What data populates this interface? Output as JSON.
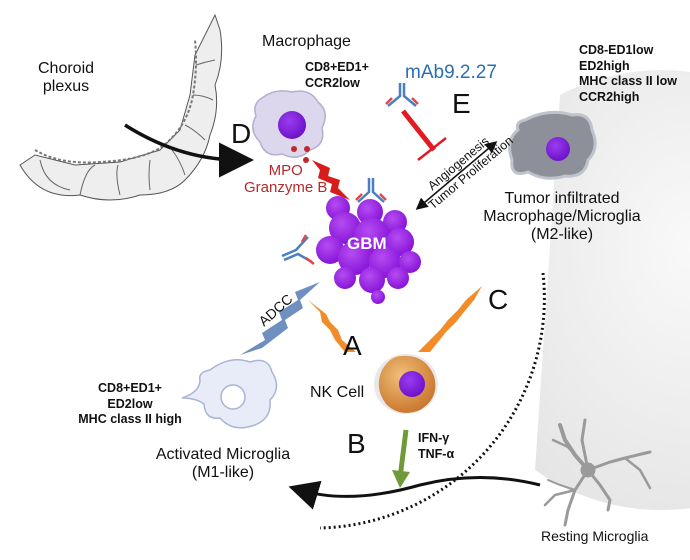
{
  "diagram": {
    "title": "",
    "colors": {
      "background": "#ffffff",
      "brain_region_fill": "#eeeeee",
      "gbm_fill": "#9b1fe0",
      "nucleus": "#7a14d8",
      "mpo_text": "#b8292c",
      "mab_text": "#2a6fb3",
      "inhibition_bar": "#e21b22",
      "adcc_bolt": "#6f8fc0",
      "nk_bolt": "#f28c28",
      "red_bolt": "#d81c1c",
      "cytokine_arrow": "#6f9a3a",
      "nk_cell": "#d98a3a",
      "m2_cell": "#8d9099",
      "m1_cell": "#e7ecf8",
      "resting_microglia": "#9a9a9a"
    },
    "labels": {
      "choroid_plexus": "Choroid\nplexus",
      "macrophage": "Macrophage",
      "macrophage_markers": [
        "CD8+ED1+",
        "CCR2low"
      ],
      "mpo": "MPO",
      "granzyme": "Granzyme B",
      "mab": "mAb9.2.27",
      "angiogenesis": "Angiogenesis",
      "tumor_proliferation": "Tumor Proliferation",
      "m2_markers": [
        "CD8-ED1low",
        "ED2high",
        "MHC class II low",
        "CCR2high"
      ],
      "m2_title": [
        "Tumor infiltrated",
        "Macrophage/Microglia",
        "(M2-like)"
      ],
      "gbm": "GBM",
      "adcc": "ADCC",
      "nk_cell": "NK Cell",
      "cytokines": [
        "IFN-γ",
        "TNF-α"
      ],
      "m1_markers": [
        "CD8+ED1+",
        "ED2low",
        "MHC class II high"
      ],
      "m1_title": [
        "Activated Microglia",
        "(M1-like)"
      ],
      "resting_microglia": "Resting Microglia"
    },
    "pathways": [
      {
        "letter": "A",
        "description": "NK cell direct cytotoxicity to GBM"
      },
      {
        "letter": "B",
        "description": "NK cell cytokines activate microglia"
      },
      {
        "letter": "C",
        "description": "NK cell targets tumor infiltrated macrophage/microglia"
      },
      {
        "letter": "D",
        "description": "Macrophage entry from choroid plexus, MPO / Granzyme B"
      },
      {
        "letter": "E",
        "description": "mAb9.2.27 inhibits angiogenesis / tumor proliferation"
      }
    ]
  }
}
